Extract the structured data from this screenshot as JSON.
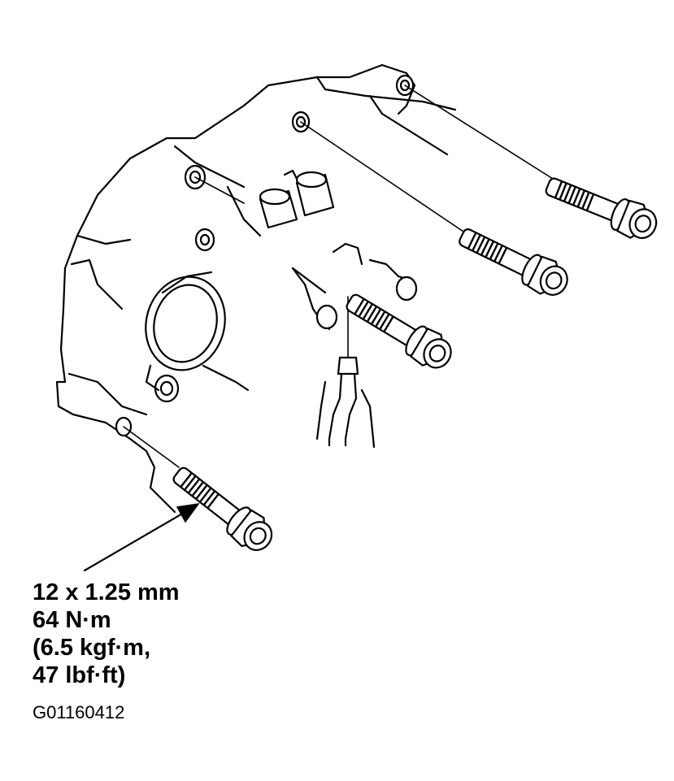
{
  "spec": {
    "line1": "12 x 1.25 mm",
    "line2": "64 N·m",
    "line3": "(6.5 kgf·m,",
    "line4": "47 lbf·ft)"
  },
  "figure_id": "G01160412",
  "icons": [
    "bolt-icon",
    "leader-arrow-icon"
  ]
}
